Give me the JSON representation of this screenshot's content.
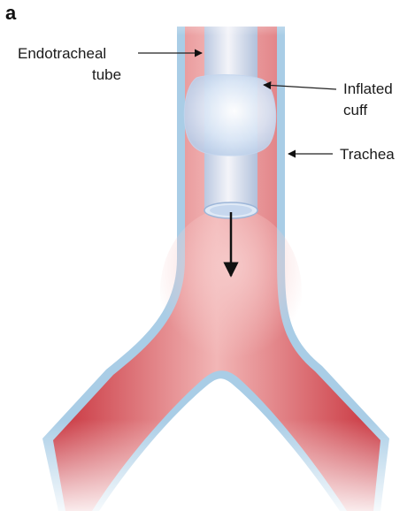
{
  "panel_label": "a",
  "labels": {
    "endotracheal_tube_line1": "Endotracheal",
    "endotracheal_tube_line2": "tube",
    "inflated_cuff_line1": "Inflated",
    "inflated_cuff_line2": "cuff",
    "trachea": "Trachea"
  },
  "colors": {
    "airway_wall_outer": "#a9cde6",
    "airway_lumen_dark": "#d0353f",
    "airway_lumen_light": "#f4bcbc",
    "tube": "#e6eef9",
    "tube_shadow": "#b4c6e0",
    "cuff": "#dbe8f7",
    "leader_line": "#222222",
    "airflow_arrow": "#111111"
  },
  "icons": {
    "airflow": "down-arrow-icon",
    "pointer": "left-arrow-icon"
  }
}
